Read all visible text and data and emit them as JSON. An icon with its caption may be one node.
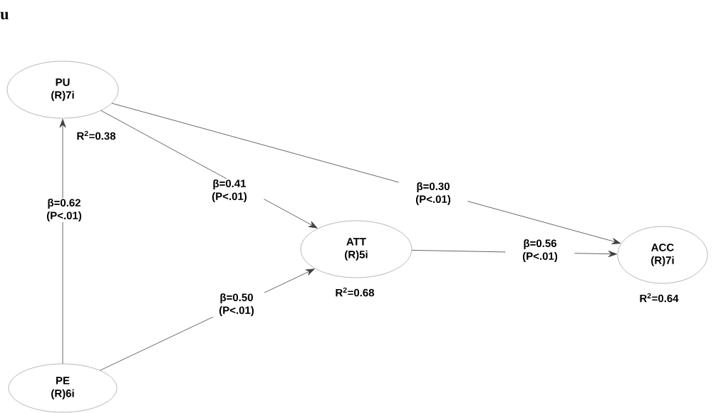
{
  "diagram": {
    "nodes": [
      {
        "text": [
          "PU",
          "(R)7i"
        ],
        "beside": [
          "R$^{2}$=0.38"
        ]
      },
      {
        "text": [
          "ATT",
          "(R)5i"
        ],
        "beside": [
          "R$^{2}$=0.68"
        ]
      },
      {
        "text": [
          "ACC",
          "(R)7i"
        ],
        "beside": [
          "R$^{2}$=0.64"
        ]
      },
      {
        "text": [
          "PE",
          "(R)6i"
        ]
      }
    ],
    "edges": [
      {
        "from": 3,
        "to": 0,
        "arrow": "to",
        "label": "β=0.62 (P<.01)"
      },
      {
        "from": 0,
        "to": 1,
        "arrow": "to",
        "label": "β=0.41 (P<.01)"
      },
      {
        "from": 0,
        "to": 2,
        "arrow": "to",
        "label": "β=0.30 (P<.01)"
      },
      {
        "from": 3,
        "to": 1,
        "arrow": "to",
        "label": "β=0.50 (P<.01)"
      },
      {
        "from": 1,
        "to": 2,
        "arrow": "to",
        "label": "β=0.56 (P<.01)"
      }
    ],
    "labels": [
      "u"
    ]
  }
}
